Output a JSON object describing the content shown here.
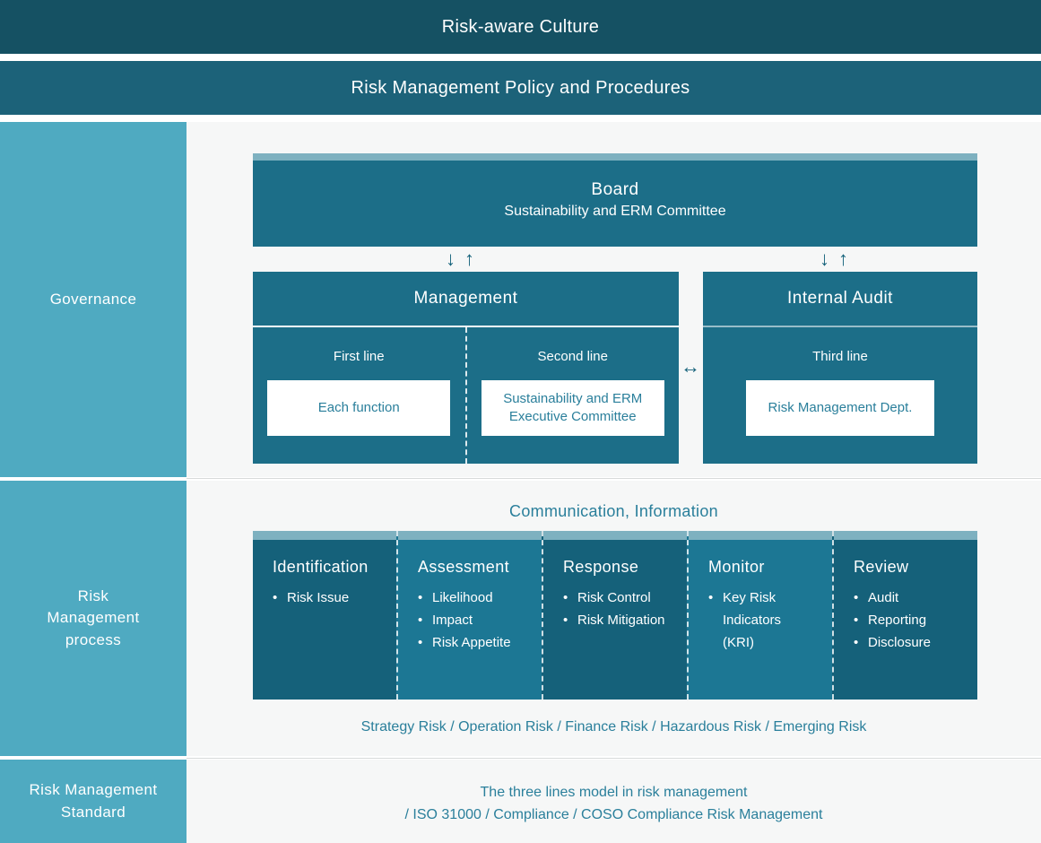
{
  "banners": {
    "culture": "Risk-aware Culture",
    "policy": "Risk Management Policy and Procedures"
  },
  "sections": {
    "governance_label": "Governance",
    "process_label": "Risk\nManagement\nprocess",
    "process_label_line1": "Risk",
    "process_label_line2": "Management",
    "process_label_line3": "process",
    "standard_label_line1": "Risk Management",
    "standard_label_line2": "Standard"
  },
  "governance": {
    "board": {
      "title": "Board",
      "subtitle": "Sustainability and ERM Committee"
    },
    "arrows": {
      "down": "↓",
      "up": "↑",
      "bidirectional": "↔"
    },
    "management": {
      "title": "Management",
      "lanes": [
        {
          "label": "First line",
          "card": "Each function"
        },
        {
          "label": "Second line",
          "card": "Sustainability and ERM Executive Committee"
        }
      ]
    },
    "internal_audit": {
      "title": "Internal Audit",
      "lanes": [
        {
          "label": "Third line",
          "card": "Risk Management Dept."
        }
      ]
    }
  },
  "process": {
    "communication_label": "Communication, Information",
    "columns": [
      {
        "title": "Identification",
        "items": [
          "Risk Issue"
        ],
        "shade": "dark"
      },
      {
        "title": "Assessment",
        "items": [
          "Likelihood",
          "Impact",
          "Risk Appetite"
        ],
        "shade": "light"
      },
      {
        "title": "Response",
        "items": [
          "Risk Control",
          "Risk Mitigation"
        ],
        "shade": "dark"
      },
      {
        "title": "Monitor",
        "items": [
          "Key Risk Indicators (KRI)"
        ],
        "shade": "light"
      },
      {
        "title": "Review",
        "items": [
          "Audit",
          "Reporting",
          "Disclosure"
        ],
        "shade": "dark"
      }
    ],
    "risk_types": "Strategy Risk / Operation Risk / Finance Risk / Hazardous Risk / Emerging Risk"
  },
  "standard": {
    "line1": "The three lines model in risk management",
    "line2": "/ ISO 31000 / Compliance / COSO Compliance Risk Management"
  },
  "colors": {
    "culture_bar": "#155163",
    "policy_bar": "#1c6279",
    "sidebar": "#4faac1",
    "panel_bg": "#f6f7f7",
    "box_blue": "#1c6e88",
    "cap_blue": "#7eb1c0",
    "proc_dark": "#15617a",
    "proc_light": "#1c7794",
    "accent_text": "#2a7f9b"
  }
}
